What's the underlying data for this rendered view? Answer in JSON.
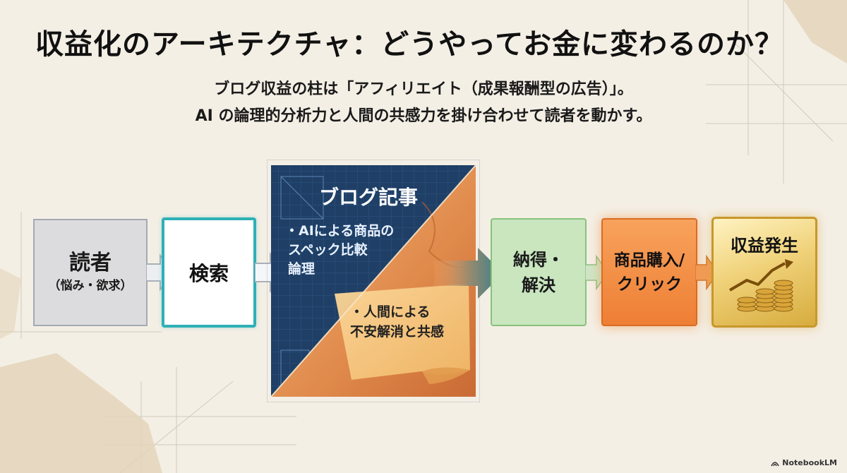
{
  "title": "収益化のアーキテクチャ：どうやってお金に変わるのか？",
  "subtitle": {
    "line1": "ブログ収益の柱は「アフィリエイト（成果報酬型の広告）」。",
    "line2": "AI の論理的分析力と人間の共感力を掛け合わせて読者を動かす。"
  },
  "flow": {
    "reader": {
      "label": "読者",
      "sub": "（悩み・欲求）"
    },
    "search": {
      "label": "検索"
    },
    "blog": {
      "label": "ブログ記事",
      "logic": [
        "・AIによる商品の",
        "スペック比較",
        "論理"
      ],
      "empathy": [
        "・人間による",
        "不安解消と共感"
      ]
    },
    "resolve": {
      "line1": "納得・",
      "line2": "解決"
    },
    "purchase": {
      "line1": "商品購入/",
      "line2": "クリック"
    },
    "revenue": {
      "label": "収益発生"
    }
  },
  "colors": {
    "search_border": "#2fb0b6",
    "blog_navy": "#1f3f66",
    "blog_orange": "#e59a5c",
    "resolve_green": "#c9e6bf",
    "purchase_orange": "#ee7f34",
    "revenue_gold": "#d7ac3e"
  },
  "icons": {
    "revenue": "growth-chart-coins-icon",
    "logo": "notebooklm-logo-icon"
  },
  "logo": {
    "text": "NotebookLM"
  }
}
